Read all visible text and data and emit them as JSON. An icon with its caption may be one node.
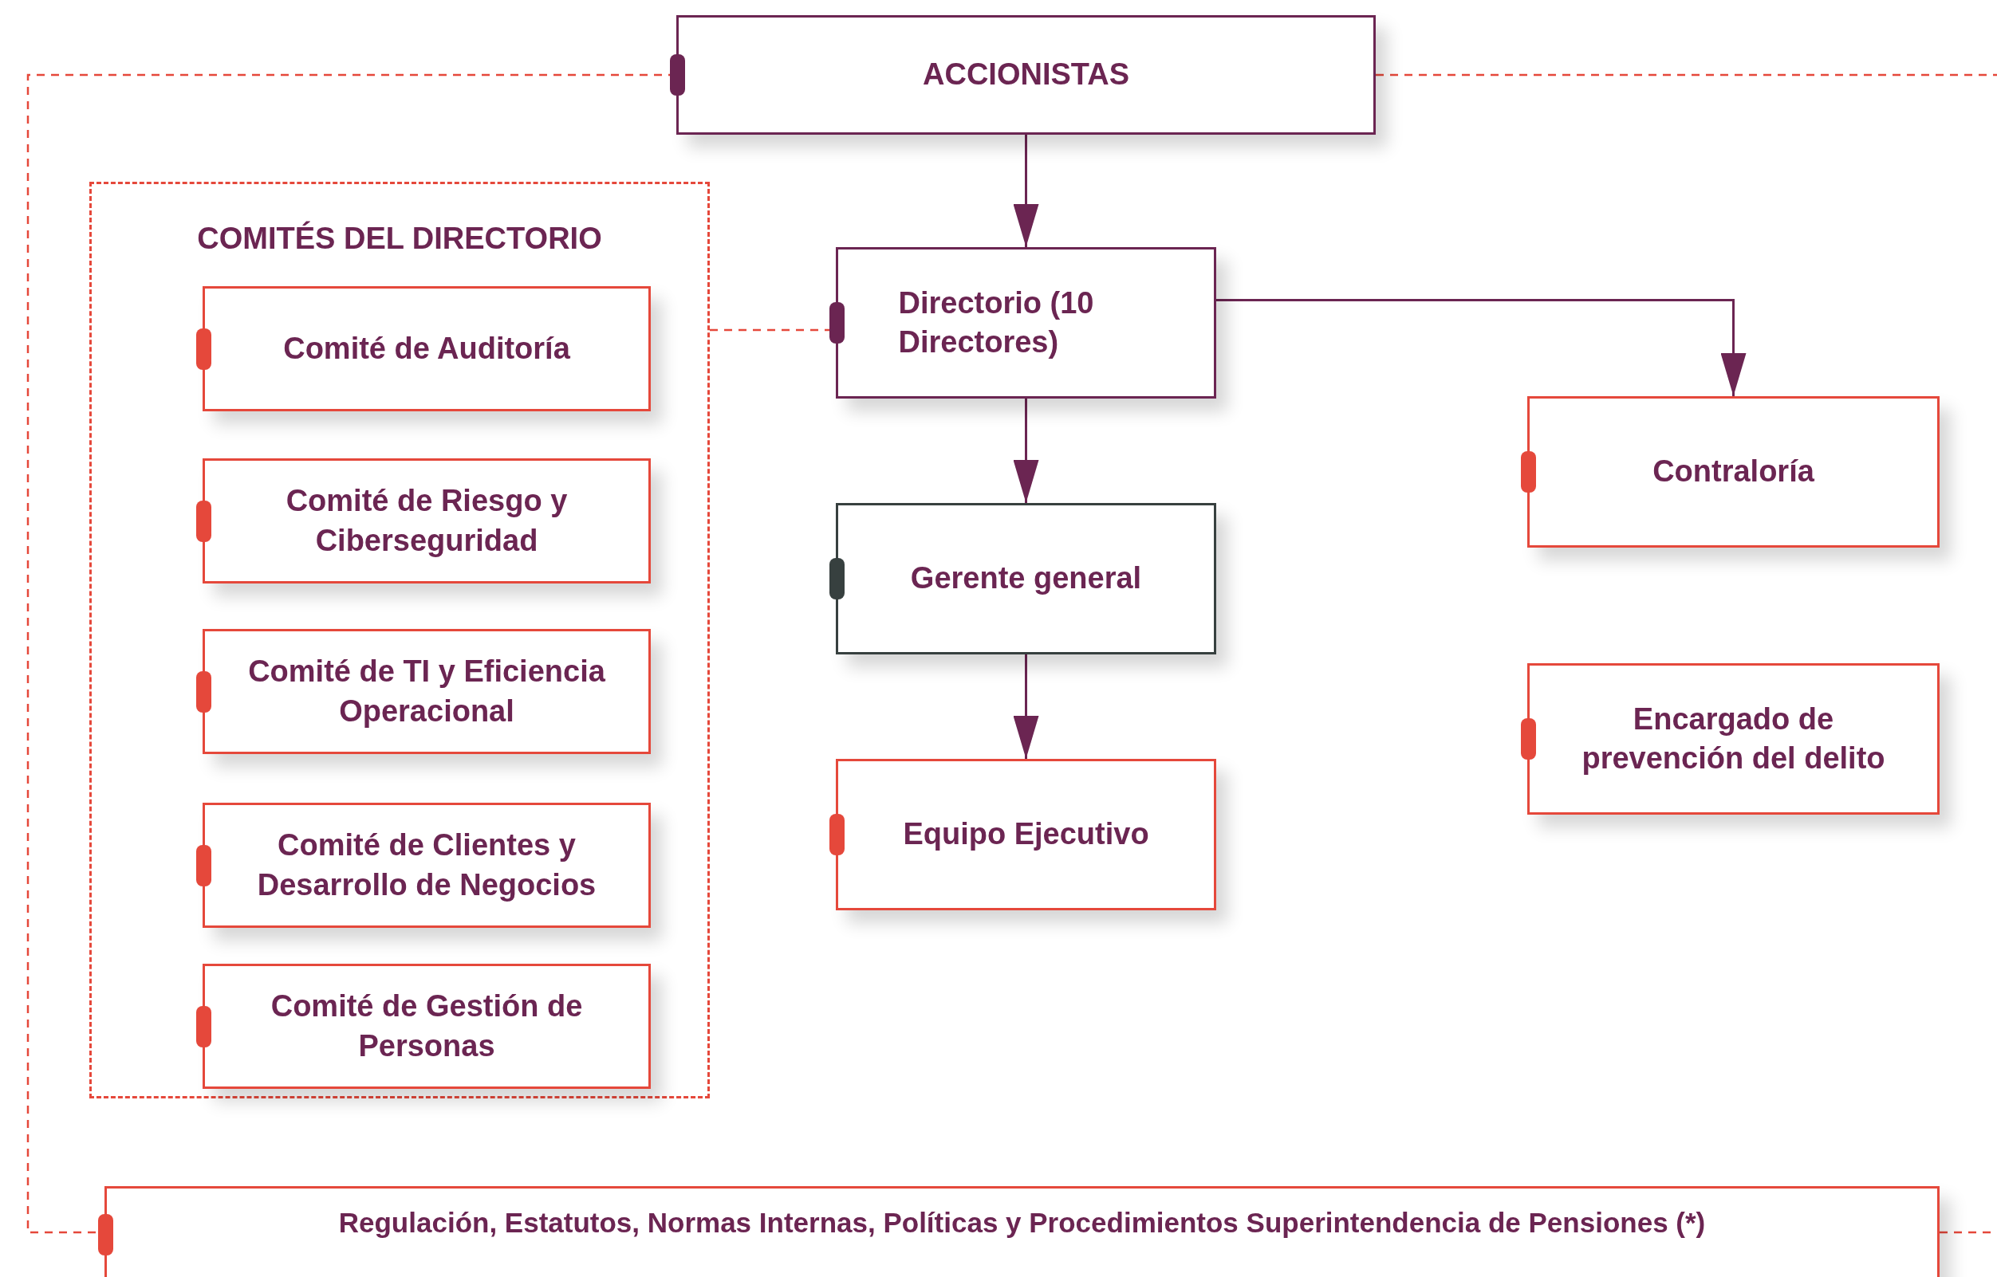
{
  "diagram": {
    "nodes": [
      {
        "text": [
          "ACCIONISTAS"
        ]
      },
      {
        "text": [
          "COMITÉS DEL DIRECTORIO"
        ]
      },
      {
        "text": [
          "Comité de Auditoría"
        ],
        "in": 1
      },
      {
        "text": [
          "Comité de Riesgo y Ciberseguridad"
        ],
        "in": 1
      },
      {
        "text": [
          "Comité de TI y Eficiencia Operacional"
        ],
        "in": 1
      },
      {
        "text": [
          "Comité de Clientes y Desarrollo de Negocios"
        ],
        "in": 1
      },
      {
        "text": [
          "Comité de Gestión de Personas"
        ],
        "in": 1
      },
      {
        "text": [
          "Directorio (10 Directores)"
        ]
      },
      {
        "text": [
          "Contraloría"
        ]
      },
      {
        "text": [
          "Gerente general"
        ]
      },
      {
        "text": [
          "Encargado de prevención del delito"
        ]
      },
      {
        "text": [
          "Equipo Ejecutivo"
        ]
      },
      {
        "text": [
          "Regulación, Estatutos, Normas Internas, Políticas y Procedimientos Superintendencia de Pensiones (*)"
        ]
      }
    ],
    "edges": [
      {
        "from": 0,
        "to": 7,
        "arrow": "to"
      },
      {
        "from": 7,
        "to": 8,
        "arrow": "to"
      },
      {
        "from": 7,
        "to": 9,
        "arrow": "to"
      },
      {
        "from": 9,
        "to": 11,
        "arrow": "to"
      },
      {
        "from": 1,
        "to": 7,
        "arrow": "none",
        "style": "dashed",
        "color": "#e5483b"
      },
      {
        "from": 0,
        "to": 12,
        "arrow": "none",
        "style": "dashed",
        "color": "#e5483b"
      },
      {
        "from": 0,
        "to": null,
        "arrow": "none",
        "style": "dashed",
        "color": "#e5483b"
      },
      {
        "from": 12,
        "to": null,
        "arrow": "none",
        "style": "dashed",
        "color": "#e5483b"
      }
    ]
  }
}
